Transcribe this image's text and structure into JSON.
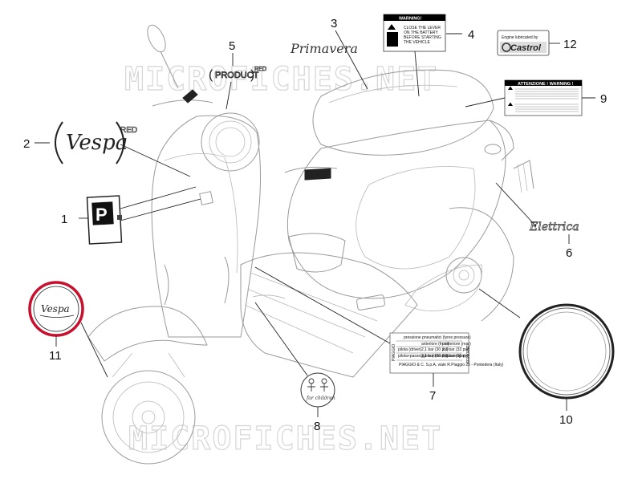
{
  "watermark": "MICROFICHES.NET",
  "callouts": [
    "1",
    "2",
    "3",
    "4",
    "5",
    "6",
    "7",
    "8",
    "9",
    "10",
    "11",
    "12"
  ],
  "badges": {
    "product_text": "PRODUCT",
    "red_text": "RED",
    "vespa_text": "Vespa",
    "primavera_text": "Primavera",
    "elettrica_text": "Elettrica",
    "children_text": "for children"
  },
  "label_4": {
    "header": "WARNING!",
    "lines": [
      "CLOSE THE LEVER",
      "ON THE BATTERY",
      "BEFORE STARTING",
      "THE VEHICLE"
    ]
  },
  "label_9": {
    "header": "ATTENZIONE ! WARNING !"
  },
  "label_12": {
    "top": "Engine lubricated by",
    "brand": "Castrol"
  },
  "label_7": {
    "title": "pressione pneumatici (tyres pressure)",
    "col1": "anteriore (front)",
    "col2": "posteriore (rear)",
    "row1_label": "pilota (driver)",
    "row1_c1": "2,1 bar (30 psi)",
    "row1_c2": "2,3 bar (33 psi)",
    "row2_label": "pilota+passeggero (driver+passenger)",
    "row2_c1": "2,1 bar (30 psi)",
    "row2_c2": "2,5 bar (36 psi)",
    "footer": "PIAGGIO & C. S.p.A. viale R.Piaggio 25 - Pontedera (Italy)",
    "side_left": "PIAGGIO",
    "side_right": "1B006039"
  },
  "colors": {
    "line": "#222222",
    "outline": "#9a9a9a",
    "red": "#c8102e",
    "green": "#1a7a2e",
    "warning": "#000000"
  }
}
